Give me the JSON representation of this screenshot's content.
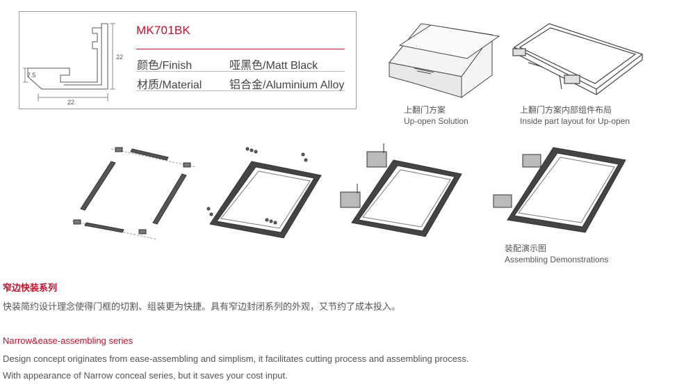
{
  "spec": {
    "model": "MK701BK",
    "rows": [
      {
        "label": "颜色/Finish",
        "value": "哑黑色/Matt Black"
      },
      {
        "label": "材质/Material",
        "value": "铝合金/Aluminium Alloy"
      }
    ],
    "dims": {
      "height": "22",
      "width": "22",
      "lip": "7.5"
    }
  },
  "captions": {
    "up_open_cn": "上翻门方案",
    "up_open_en": "Up-open Solution",
    "inside_cn": "上翻门方案内部组件布局",
    "inside_en": "Inside part layout for Up-open",
    "assembling_cn": "装配演示图",
    "assembling_en": "Assembling Demonstrations"
  },
  "series_cn": {
    "heading": "窄边快装系列",
    "text": "快装简约设计理念使得门框的切割、组装更为快捷。具有窄边封闭系列的外观，又节约了成本投入。"
  },
  "series_en": {
    "heading": "Narrow&ease-assembling series",
    "line1": "Design concept originates from ease-assembling and simplism, it facilitates cutting process and assembling process.",
    "line2": "With appearance of Narrow conceal series, but it saves your cost input."
  },
  "colors": {
    "accent": "#c0122d",
    "text": "#555555",
    "frame": "#3a3a3a"
  }
}
